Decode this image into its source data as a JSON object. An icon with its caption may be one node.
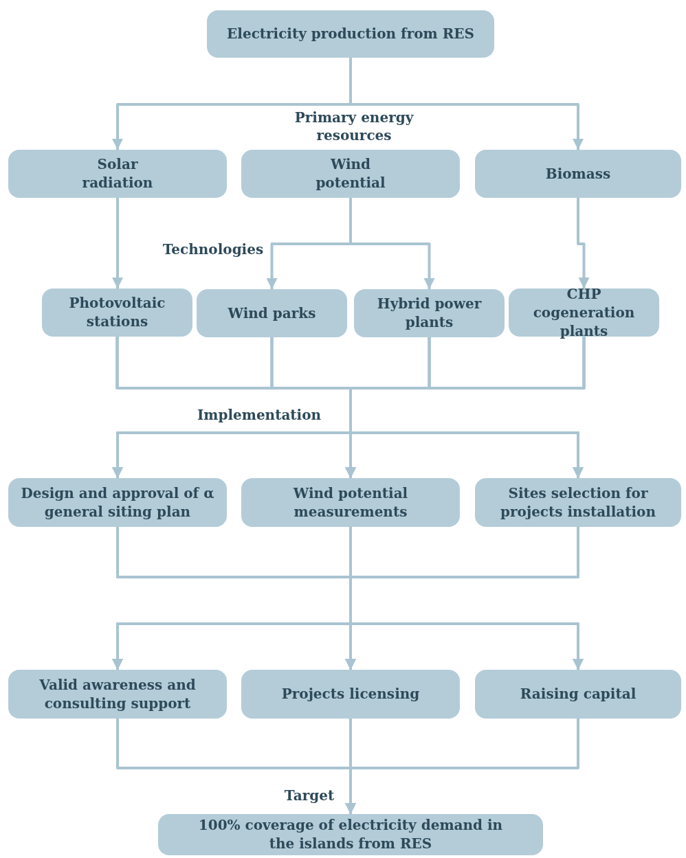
{
  "diagram": {
    "nodes": [
      {
        "text": [
          "Electricity production from RES"
        ]
      },
      {
        "text": [
          "Solar radiation"
        ]
      },
      {
        "text": [
          "Wind potential"
        ]
      },
      {
        "text": [
          "Biomass"
        ]
      },
      {
        "text": [
          "Photovoltaic stations"
        ]
      },
      {
        "text": [
          "Wind parks"
        ]
      },
      {
        "text": [
          "Hybrid power plants"
        ]
      },
      {
        "text": [
          "CHP cogeneration plants"
        ]
      },
      {
        "text": [
          "Design and approval of α general siting plan"
        ]
      },
      {
        "text": [
          "Wind potential measurements"
        ]
      },
      {
        "text": [
          "Sites selection for projects installation"
        ]
      },
      {
        "text": [
          "Valid awareness and consulting support"
        ]
      },
      {
        "text": [
          "Projects licensing"
        ]
      },
      {
        "text": [
          "Raising capital"
        ]
      },
      {
        "text": [
          "100% coverage of electricity demand in the islands from RES"
        ]
      }
    ],
    "edges": [
      {
        "from": 0,
        "to": 1,
        "arrow": "to"
      },
      {
        "from": 0,
        "to": 3,
        "arrow": "to"
      },
      {
        "from": 1,
        "to": 4,
        "arrow": "to"
      },
      {
        "from": 2,
        "to": 5,
        "arrow": "to"
      },
      {
        "from": 2,
        "to": 6,
        "arrow": "to"
      },
      {
        "from": 3,
        "to": 7,
        "arrow": "to"
      },
      {
        "from": 4,
        "to": 8,
        "arrow": "to"
      },
      {
        "from": 4,
        "to": 9,
        "arrow": "to"
      },
      {
        "from": 4,
        "to": 10,
        "arrow": "to"
      },
      {
        "from": 5,
        "to": 8,
        "arrow": "to"
      },
      {
        "from": 5,
        "to": 9,
        "arrow": "to"
      },
      {
        "from": 5,
        "to": 10,
        "arrow": "to"
      },
      {
        "from": 6,
        "to": 8,
        "arrow": "to"
      },
      {
        "from": 6,
        "to": 9,
        "arrow": "to"
      },
      {
        "from": 6,
        "to": 10,
        "arrow": "to"
      },
      {
        "from": 7,
        "to": 8,
        "arrow": "to"
      },
      {
        "from": 7,
        "to": 9,
        "arrow": "to"
      },
      {
        "from": 7,
        "to": 10,
        "arrow": "to"
      },
      {
        "from": 8,
        "to": 11,
        "arrow": "to"
      },
      {
        "from": 8,
        "to": 12,
        "arrow": "to"
      },
      {
        "from": 8,
        "to": 13,
        "arrow": "to"
      },
      {
        "from": 9,
        "to": 11,
        "arrow": "to"
      },
      {
        "from": 9,
        "to": 12,
        "arrow": "to"
      },
      {
        "from": 9,
        "to": 13,
        "arrow": "to"
      },
      {
        "from": 10,
        "to": 11,
        "arrow": "to"
      },
      {
        "from": 10,
        "to": 12,
        "arrow": "to"
      },
      {
        "from": 10,
        "to": 13,
        "arrow": "to"
      },
      {
        "from": 11,
        "to": 14,
        "arrow": "to"
      },
      {
        "from": 12,
        "to": 14,
        "arrow": "to"
      },
      {
        "from": 13,
        "to": 14,
        "arrow": "to"
      }
    ],
    "labels": [
      "Primary energy resources",
      "Technologies",
      "Implementation",
      "Target"
    ]
  }
}
